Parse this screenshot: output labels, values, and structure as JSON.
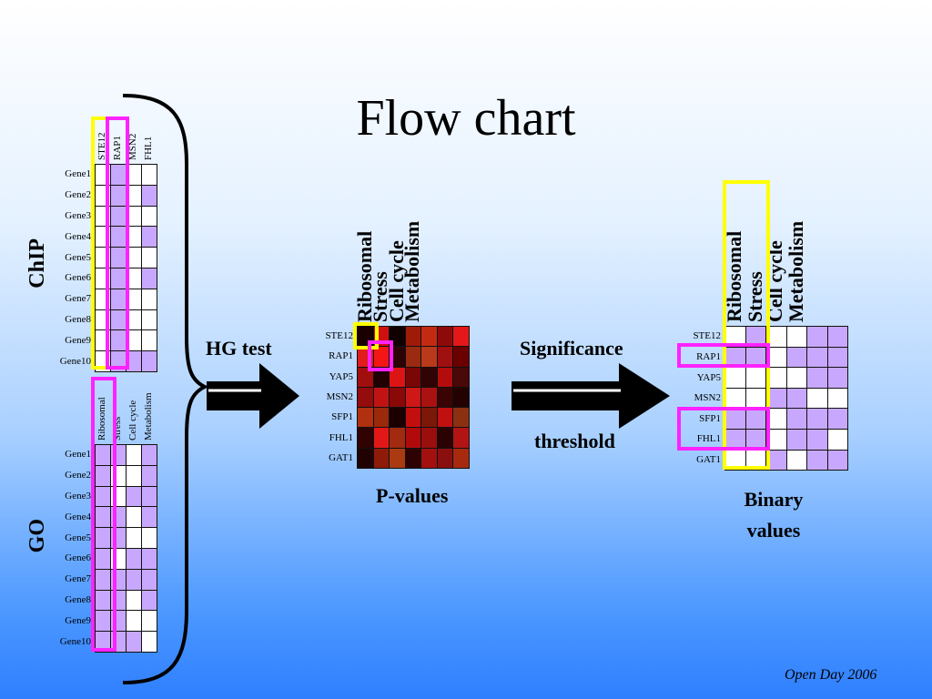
{
  "title": "Flow chart",
  "chip": {
    "side_label": "ChIP",
    "columns": [
      "STE12",
      "RAP1",
      "MSN2",
      "FHL1"
    ],
    "rows": [
      "Gene1",
      "Gene2",
      "Gene3",
      "Gene4",
      "Gene5",
      "Gene6",
      "Gene7",
      "Gene8",
      "Gene9",
      "Gene10"
    ],
    "cells": [
      [
        0,
        1,
        0,
        0
      ],
      [
        0,
        1,
        0,
        1
      ],
      [
        0,
        1,
        0,
        0
      ],
      [
        0,
        1,
        0,
        1
      ],
      [
        0,
        1,
        0,
        0
      ],
      [
        0,
        1,
        0,
        1
      ],
      [
        0,
        1,
        0,
        0
      ],
      [
        0,
        1,
        0,
        0
      ],
      [
        0,
        1,
        0,
        0
      ],
      [
        0,
        1,
        1,
        1
      ]
    ]
  },
  "go": {
    "side_label": "GO",
    "columns": [
      "Ribosomal",
      "Stress",
      "Cell cycle",
      "Metabolism"
    ],
    "rows": [
      "Gene1",
      "Gene2",
      "Gene3",
      "Gene4",
      "Gene5",
      "Gene6",
      "Gene7",
      "Gene8",
      "Gene9",
      "Gene10"
    ],
    "cells": [
      [
        1,
        1,
        0,
        1
      ],
      [
        1,
        0,
        0,
        1
      ],
      [
        1,
        0,
        1,
        1
      ],
      [
        1,
        1,
        0,
        1
      ],
      [
        1,
        1,
        0,
        0
      ],
      [
        1,
        0,
        1,
        1
      ],
      [
        1,
        1,
        1,
        1
      ],
      [
        1,
        1,
        0,
        1
      ],
      [
        1,
        1,
        0,
        0
      ],
      [
        1,
        1,
        1,
        0
      ]
    ]
  },
  "hg_test_label": "HG test",
  "pvalues": {
    "columns": [
      "Ribosomal",
      "Stress",
      "Cell cycle",
      "Metabolism"
    ],
    "rows": [
      "STE12",
      "RAP1",
      "YAP5",
      "MSN2",
      "SFP1",
      "FHL1",
      "GAT1"
    ],
    "caption": "P-values",
    "cells": [
      [
        "#1a0000",
        "#d01010",
        "#100000",
        "#a01a0a",
        "#c42a12",
        "#8e0a0a",
        "#e41818"
      ],
      [
        "#e01c1c",
        "#f21616",
        "#2a0404",
        "#9a2a10",
        "#b83a1a",
        "#a01010",
        "#6a0000"
      ],
      [
        "#a00e0e",
        "#200202",
        "#dd1414",
        "#7a0606",
        "#300404",
        "#b30c0c",
        "#4a0808"
      ],
      [
        "#940c0c",
        "#c01414",
        "#8a0808",
        "#ce1818",
        "#aa1212",
        "#3a0404",
        "#240202"
      ],
      [
        "#b03010",
        "#9a2a0a",
        "#1c0000",
        "#c20e0e",
        "#7c1808",
        "#c01010",
        "#8c3012"
      ],
      [
        "#300202",
        "#e21818",
        "#a22a10",
        "#b00a0a",
        "#9a0e0e",
        "#2a0202",
        "#b21414"
      ],
      [
        "#200202",
        "#8e1a0a",
        "#aa3a12",
        "#2e0202",
        "#a21010",
        "#8a1010",
        "#a82a0e"
      ]
    ]
  },
  "significance_label": "Significance",
  "threshold_label": "threshold",
  "binary": {
    "columns": [
      "Ribosomal",
      "Stress",
      "Cell cycle",
      "Metabolism"
    ],
    "rows": [
      "STE12",
      "RAP1",
      "YAP5",
      "MSN2",
      "SFP1",
      "FHL1",
      "GAT1"
    ],
    "caption": "Binary values",
    "cells": [
      [
        0,
        1,
        0,
        0,
        1,
        1
      ],
      [
        1,
        1,
        0,
        1,
        1,
        1
      ],
      [
        0,
        0,
        0,
        0,
        1,
        1
      ],
      [
        0,
        0,
        1,
        1,
        0,
        0
      ],
      [
        1,
        1,
        0,
        1,
        1,
        1
      ],
      [
        1,
        1,
        0,
        1,
        1,
        0
      ],
      [
        0,
        0,
        1,
        0,
        1,
        1
      ]
    ]
  },
  "footer": "Open Day 2006",
  "colors": {
    "on": "#c8a8ff",
    "off": "#ffffff",
    "yellow": "#ffff00",
    "magenta": "#ff22ff",
    "arrow": "#000000"
  }
}
